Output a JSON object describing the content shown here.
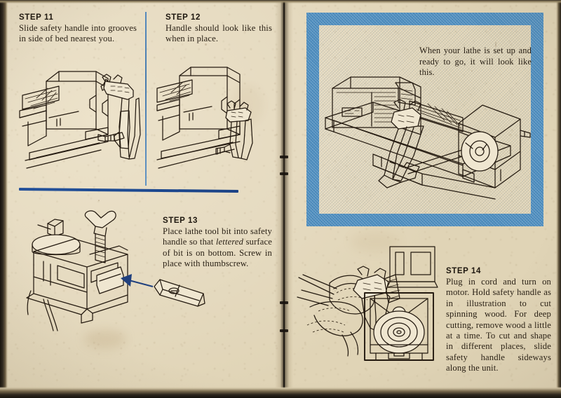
{
  "document": {
    "type": "instruction-manual-spread",
    "page_background_hex": "#e8ddc4",
    "ink_hex": "#241a10",
    "accent_blue_box_hex": "#4f8fc0",
    "accent_rule_blue_hex": "#20407e"
  },
  "steps": [
    {
      "id": "step-11",
      "heading": "STEP 11",
      "body": "Slide safety handle into grooves in side of bed nearest you."
    },
    {
      "id": "step-12",
      "heading": "STEP 12",
      "body": "Handle should look like this when in place."
    },
    {
      "id": "step-13",
      "heading": "STEP 13",
      "body_part1": "Place lathe tool bit into safety handle so that ",
      "body_italic": "lettered",
      "body_part2": " surface of bit is on bottom. Screw in place with thumbscrew."
    },
    {
      "id": "step-14",
      "heading": "STEP 14",
      "body": "Plug in cord and turn on motor. Hold safety handle as in illustration to cut spinning wood. For deep cutting, remove wood a little at a time. To cut and shape in different places, slide safety handle sideways along the unit."
    }
  ],
  "callout": {
    "id": "assembled-lathe-callout",
    "text": "When your lathe is set up and ready to go, it will look like this.",
    "frame_color_hex": "#4f8fc0"
  },
  "illustrations": [
    {
      "id": "illus-step-11",
      "caption": "Safety handle being slid into the grooves of the lathe bed"
    },
    {
      "id": "illus-step-12",
      "caption": "Safety handle seated in place on the lathe bed"
    },
    {
      "id": "illus-assembled-lathe",
      "caption": "Completed lathe assembly with motor, bed and tailstock"
    },
    {
      "id": "illus-step-13",
      "caption": "Lathe tool bit inserted into safety handle, secured by thumbscrew"
    },
    {
      "id": "illus-step-14",
      "caption": "Hands holding safety handle against spinning wood with detail inset"
    }
  ]
}
